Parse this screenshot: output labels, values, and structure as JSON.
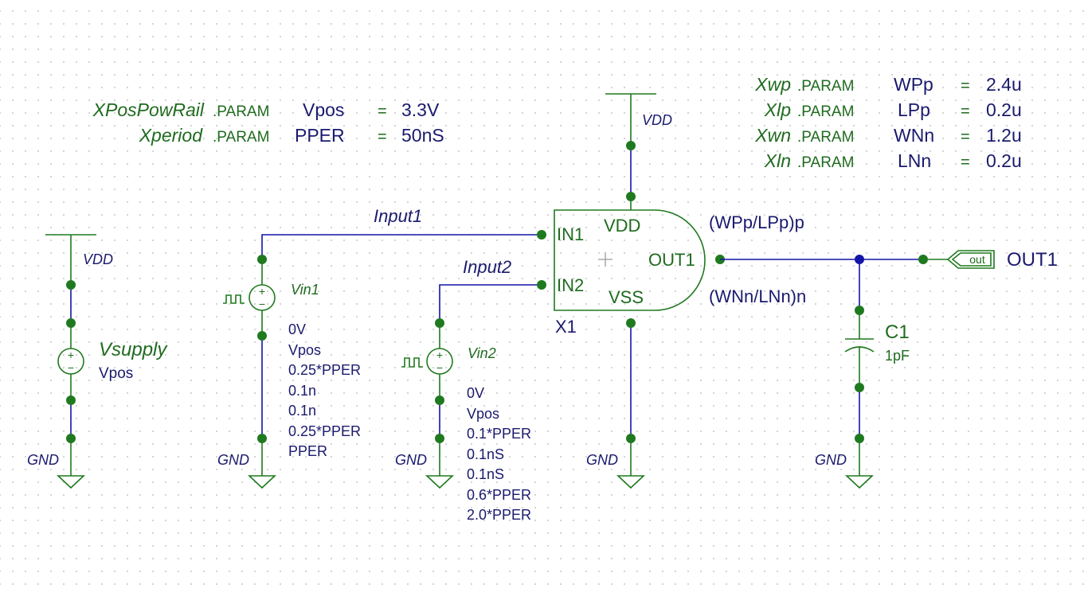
{
  "params_left": [
    {
      "name": "XPosPowRail",
      "kw": ".PARAM",
      "key": "Vpos",
      "eq": "=",
      "val": "3.3V"
    },
    {
      "name": "Xperiod",
      "kw": ".PARAM",
      "key": "PPER",
      "eq": "=",
      "val": "50nS"
    }
  ],
  "params_right": [
    {
      "name": "Xwp",
      "kw": ".PARAM",
      "key": "WPp",
      "eq": "=",
      "val": "2.4u"
    },
    {
      "name": "Xlp",
      "kw": ".PARAM",
      "key": "LPp",
      "eq": "=",
      "val": "0.2u"
    },
    {
      "name": "Xwn",
      "kw": ".PARAM",
      "key": "WNn",
      "eq": "=",
      "val": "1.2u"
    },
    {
      "name": "Xln",
      "kw": ".PARAM",
      "key": "LNn",
      "eq": "=",
      "val": "0.2u"
    }
  ],
  "rails": {
    "vdd": "VDD",
    "gnd": "GND"
  },
  "vsupply": {
    "name": "Vsupply",
    "value": "Vpos"
  },
  "vin1": {
    "name": "Vin1",
    "params": [
      "0V",
      "Vpos",
      "0.25*PPER",
      "0.1n",
      "0.1n",
      "0.25*PPER",
      "PPER"
    ]
  },
  "vin2": {
    "name": "Vin2",
    "params": [
      "0V",
      "Vpos",
      "0.1*PPER",
      "0.1nS",
      "0.1nS",
      "0.6*PPER",
      "2.0*PPER"
    ]
  },
  "nets": {
    "input1": "Input1",
    "input2": "Input2"
  },
  "gate": {
    "ref": "X1",
    "pin_in1": "IN1",
    "pin_in2": "IN2",
    "pin_vdd": "VDD",
    "pin_vss": "VSS",
    "pin_out": "OUT1",
    "ptype": "(WPp/LPp)p",
    "ntype": "(WNn/LNn)n"
  },
  "cap": {
    "ref": "C1",
    "value": "1pF"
  },
  "port": {
    "tag": "out",
    "label": "OUT1"
  }
}
